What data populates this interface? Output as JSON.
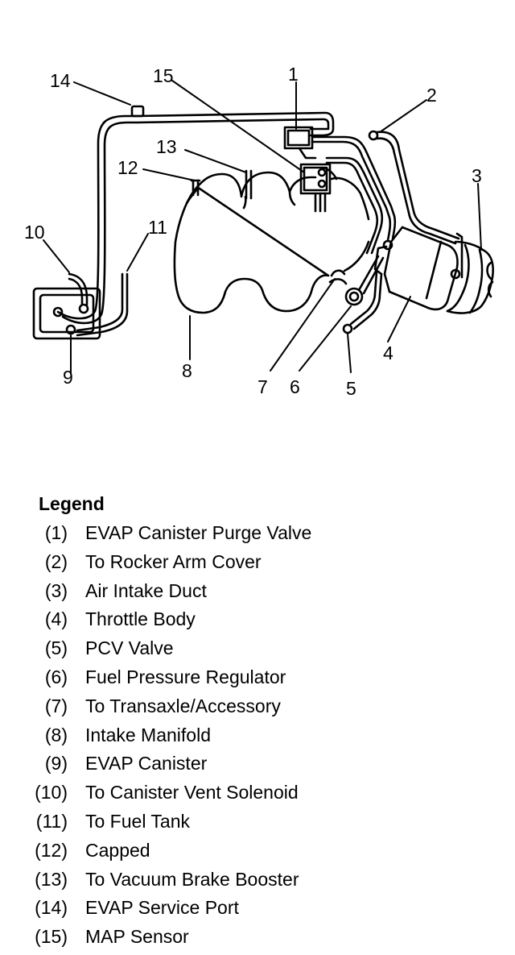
{
  "callouts": {
    "c1": "1",
    "c2": "2",
    "c3": "3",
    "c4": "4",
    "c5": "5",
    "c6": "6",
    "c7": "7",
    "c8": "8",
    "c9": "9",
    "c10": "10",
    "c11": "11",
    "c12": "12",
    "c13": "13",
    "c14": "14",
    "c15": "15"
  },
  "legend": {
    "title": "Legend",
    "items": [
      {
        "num": "(1)",
        "text": "EVAP Canister Purge Valve"
      },
      {
        "num": "(2)",
        "text": "To Rocker Arm Cover"
      },
      {
        "num": "(3)",
        "text": "Air Intake Duct"
      },
      {
        "num": "(4)",
        "text": "Throttle Body"
      },
      {
        "num": "(5)",
        "text": "PCV Valve"
      },
      {
        "num": "(6)",
        "text": "Fuel Pressure Regulator"
      },
      {
        "num": "(7)",
        "text": "To Transaxle/Accessory"
      },
      {
        "num": "(8)",
        "text": "Intake Manifold"
      },
      {
        "num": "(9)",
        "text": "EVAP Canister"
      },
      {
        "num": "(10)",
        "text": "To Canister Vent Solenoid"
      },
      {
        "num": "(11)",
        "text": "To Fuel Tank"
      },
      {
        "num": "(12)",
        "text": "Capped"
      },
      {
        "num": "(13)",
        "text": "To Vacuum Brake Booster"
      },
      {
        "num": "(14)",
        "text": "EVAP Service Port"
      },
      {
        "num": "(15)",
        "text": "MAP Sensor"
      }
    ]
  }
}
